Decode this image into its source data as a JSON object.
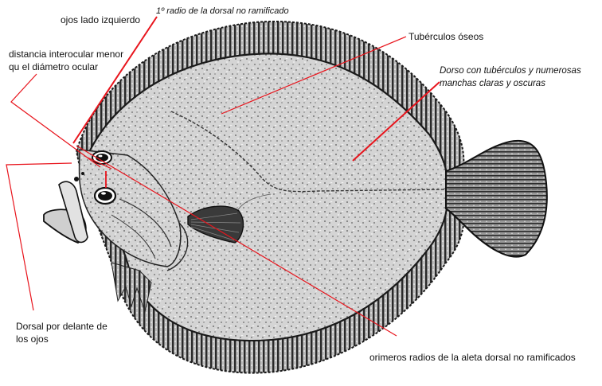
{
  "diagram": {
    "subject": "Flatfish (turbot) dorsal view illustration",
    "annotation_color": "#e8141c",
    "labels": {
      "first_ray": {
        "text": "1º radio de la dorsal no ramificado",
        "italic": true
      },
      "eyes_left": {
        "text": "ojos lado izquierdo"
      },
      "interocular": {
        "line1": "distancia interocular menor",
        "line2": "qu el diámetro ocular"
      },
      "tubercles": {
        "text": "Tubérculos óseos"
      },
      "dorsum": {
        "line1": "Dorso con tubérculos y numerosas",
        "line2": "manchas claras y oscuras",
        "italic": true
      },
      "dorsal_front": {
        "line1": "Dorsal por delante de",
        "line2": "los ojos"
      },
      "first_rays": {
        "text": "orimeros radios de la aleta dorsal no ramificados"
      }
    }
  }
}
